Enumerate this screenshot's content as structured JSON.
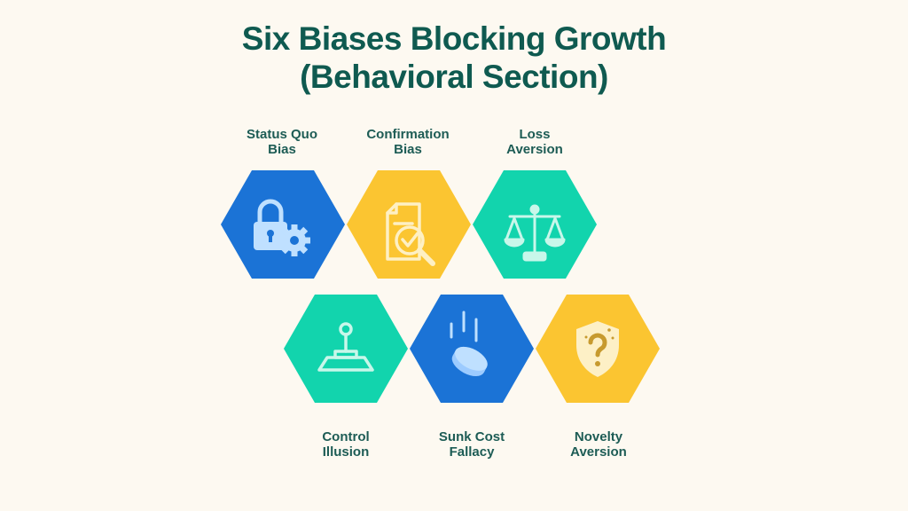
{
  "title": {
    "line1": "Six Biases Blocking Growth",
    "line2": "(Behavioral Section)"
  },
  "biases": [
    {
      "line1": "Status Quo",
      "line2": "Bias",
      "color": "#1b73d6",
      "icon": "lock-gear-icon"
    },
    {
      "line1": "Confirmation",
      "line2": "Bias",
      "color": "#fbc531",
      "icon": "document-check-magnifier-icon"
    },
    {
      "line1": "Loss",
      "line2": "Aversion",
      "color": "#12d4ad",
      "icon": "balance-scale-icon"
    },
    {
      "line1": "Control",
      "line2": "Illusion",
      "color": "#12d4ad",
      "icon": "joystick-icon"
    },
    {
      "line1": "Sunk Cost",
      "line2": "Fallacy",
      "color": "#1b73d6",
      "icon": "falling-coin-icon"
    },
    {
      "line1": "Novelty",
      "line2": "Aversion",
      "color": "#fbc531",
      "icon": "shield-question-icon"
    }
  ]
}
